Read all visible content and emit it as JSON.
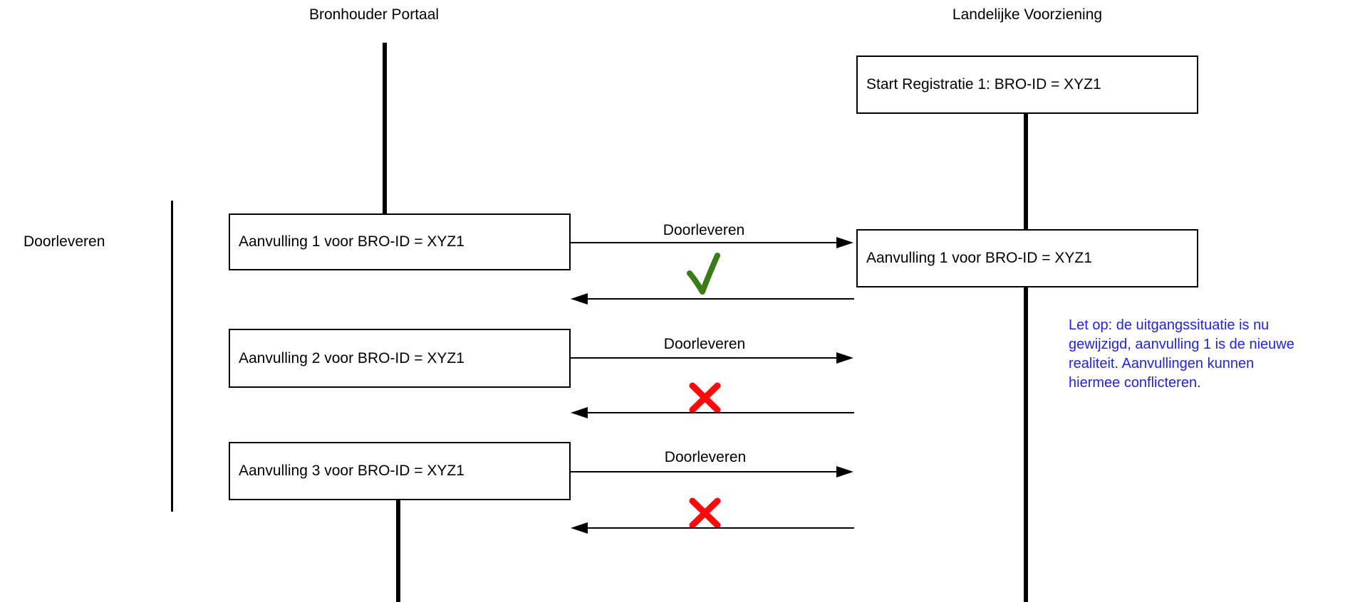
{
  "diagram": {
    "actors": [
      {
        "name": "Bronhouder Portaal"
      },
      {
        "name": "Landelijke Voorziening"
      }
    ],
    "group_label": "Doorleveren",
    "boxes": {
      "start_registratie": "Start Registratie 1: BRO-ID = XYZ1",
      "aanvulling_1_bronhouder": "Aanvulling 1 voor BRO-ID = XYZ1",
      "aanvulling_2_bronhouder": "Aanvulling 2 voor BRO-ID = XYZ1",
      "aanvulling_3_bronhouder": "Aanvulling 3 voor BRO-ID = XYZ1",
      "aanvulling_1_landelijke_voorziening": "Aanvulling 1 voor BRO-ID = XYZ1"
    },
    "messages": [
      {
        "label": "Doorleveren",
        "result": "success",
        "result_icon": "check-icon"
      },
      {
        "label": "Doorleveren",
        "result": "failure",
        "result_icon": "cross-icon"
      },
      {
        "label": "Doorleveren",
        "result": "failure",
        "result_icon": "cross-icon"
      }
    ],
    "note": {
      "lines": [
        "Let op: de uitgangssituatie is nu",
        "gewijzigd, aanvulling 1 is de nieuwe",
        "realiteit. Aanvullingen kunnen",
        "hiermee conflicteren."
      ]
    },
    "colors": {
      "success_green": "#3A7D17",
      "failure_red": "#FA0A0A",
      "note_blue": "#2323DC",
      "line_black": "#000000"
    }
  }
}
